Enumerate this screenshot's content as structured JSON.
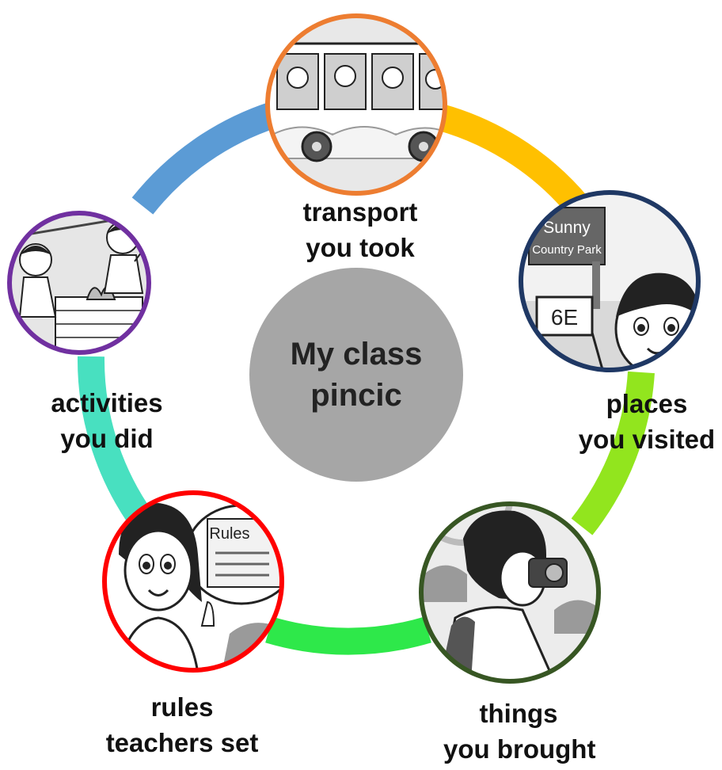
{
  "center": {
    "line1": "My class",
    "line2": "pincic",
    "fill": "#a6a6a6"
  },
  "nodes": [
    {
      "id": "transport",
      "line1": "transport",
      "line2": "you took",
      "border": "#ed7d31",
      "icon": "bus-icon"
    },
    {
      "id": "places",
      "line1": "places",
      "line2": "you visited",
      "border": "#1f3864",
      "icon": "park-sign-icon",
      "sign_text": "Sunny",
      "sign_text2": "Country Park",
      "card_text": "6E"
    },
    {
      "id": "things",
      "line1": "things",
      "line2": "you brought",
      "border": "#375623",
      "icon": "camera-icon"
    },
    {
      "id": "rules",
      "line1": "rules",
      "line2": "teachers set",
      "border": "#ff0000",
      "icon": "rules-board-icon",
      "board_text": "Rules"
    },
    {
      "id": "activities",
      "line1": "activities",
      "line2": "you did",
      "border": "#7030a0",
      "icon": "barbecue-icon"
    }
  ],
  "ring_colors": {
    "transport_to_places": "#ffc000",
    "places_to_things": "#92e51e",
    "things_to_rules": "#2ee84a",
    "rules_to_activities": "#48e0c0",
    "activities_to_transport": "#5b9bd5"
  }
}
